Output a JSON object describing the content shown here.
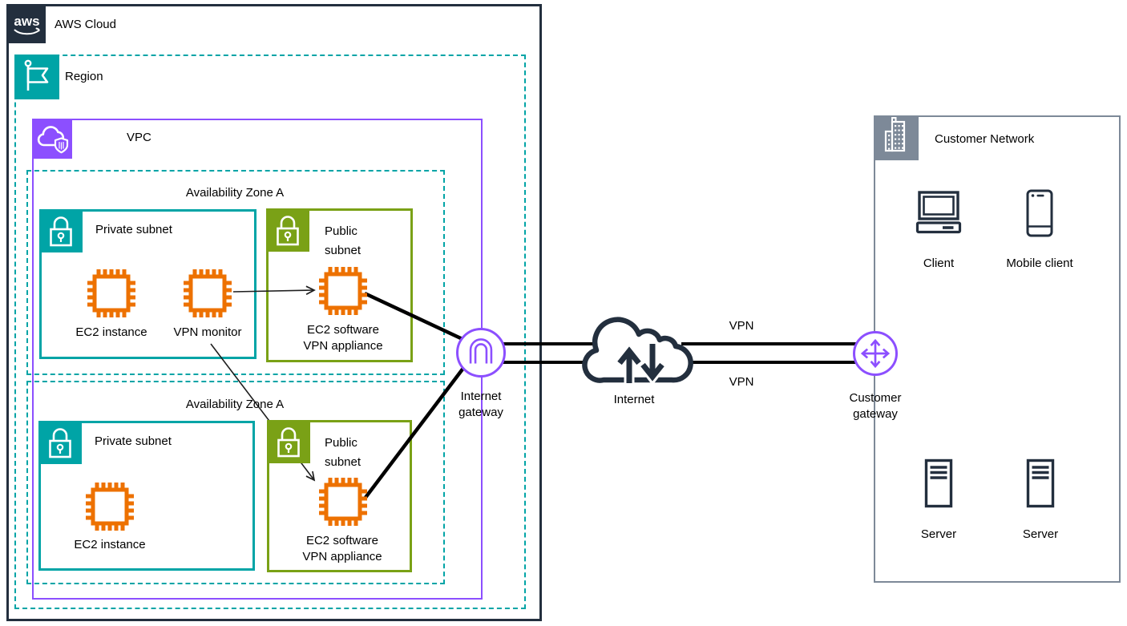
{
  "aws_logo_text": "aws",
  "colors": {
    "navy": "#232F3E",
    "teal": "#00A4A6",
    "purple": "#8C4FFF",
    "green": "#7AA116",
    "orange": "#ED7100",
    "gray": "#7D8998",
    "line": "#000000"
  },
  "containers": {
    "aws_cloud": {
      "label": "AWS Cloud"
    },
    "region": {
      "label": "Region"
    },
    "vpc": {
      "label": "VPC"
    },
    "az_top": {
      "label": "Availability Zone A"
    },
    "az_bottom": {
      "label": "Availability Zone A"
    },
    "private_subnet_top": {
      "label": "Private subnet"
    },
    "public_subnet_top": {
      "label": "Public subnet"
    },
    "private_subnet_bottom": {
      "label": "Private subnet"
    },
    "public_subnet_bottom": {
      "label": "Public subnet"
    },
    "customer_network": {
      "label": "Customer Network"
    }
  },
  "nodes": {
    "ec2_instance_top": {
      "label": "EC2 instance"
    },
    "vpn_monitor": {
      "label": "VPN monitor"
    },
    "vpn_appliance_top": {
      "label": "EC2 software VPN appliance"
    },
    "ec2_instance_bottom": {
      "label": "EC2 instance"
    },
    "vpn_appliance_bottom": {
      "label": "EC2 software VPN appliance"
    },
    "internet_gateway": {
      "label": "Internet gateway"
    },
    "internet": {
      "label": "Internet"
    },
    "customer_gateway": {
      "label": "Customer gateway"
    },
    "client": {
      "label": "Client"
    },
    "mobile_client": {
      "label": "Mobile client"
    },
    "server_left": {
      "label": "Server"
    },
    "server_right": {
      "label": "Server"
    }
  },
  "connections": {
    "vpn_top_label": "VPN",
    "vpn_bottom_label": "VPN"
  }
}
